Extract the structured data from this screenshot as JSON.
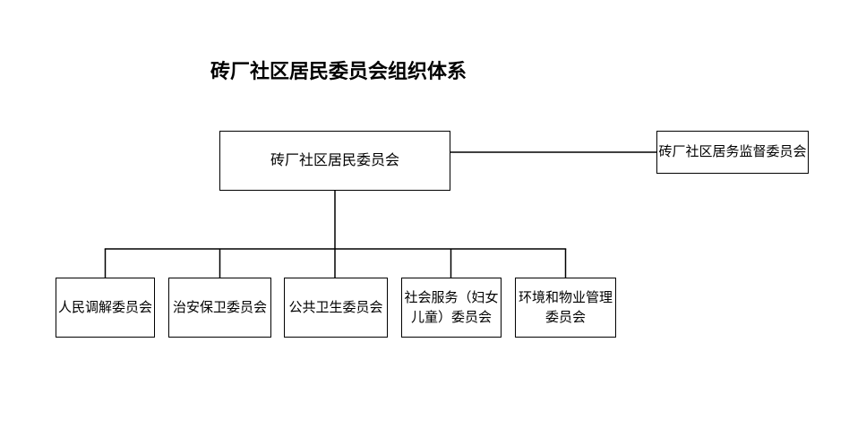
{
  "title": "砖厂社区居民委员会组织体系",
  "colors": {
    "background": "#ffffff",
    "line": "#000000",
    "text": "#000000"
  },
  "org_chart": {
    "type": "organization-chart",
    "root": {
      "label": "砖厂社区居民委员会"
    },
    "supervisor": {
      "label": "砖厂社区居务监督委员会"
    },
    "children": [
      {
        "label": "人民调解委员会"
      },
      {
        "label": "治安保卫委员会"
      },
      {
        "label": "公共卫生委员会"
      },
      {
        "label": "社会服务（妇女儿童）委员会"
      },
      {
        "label": "环境和物业管理委员会"
      }
    ]
  }
}
